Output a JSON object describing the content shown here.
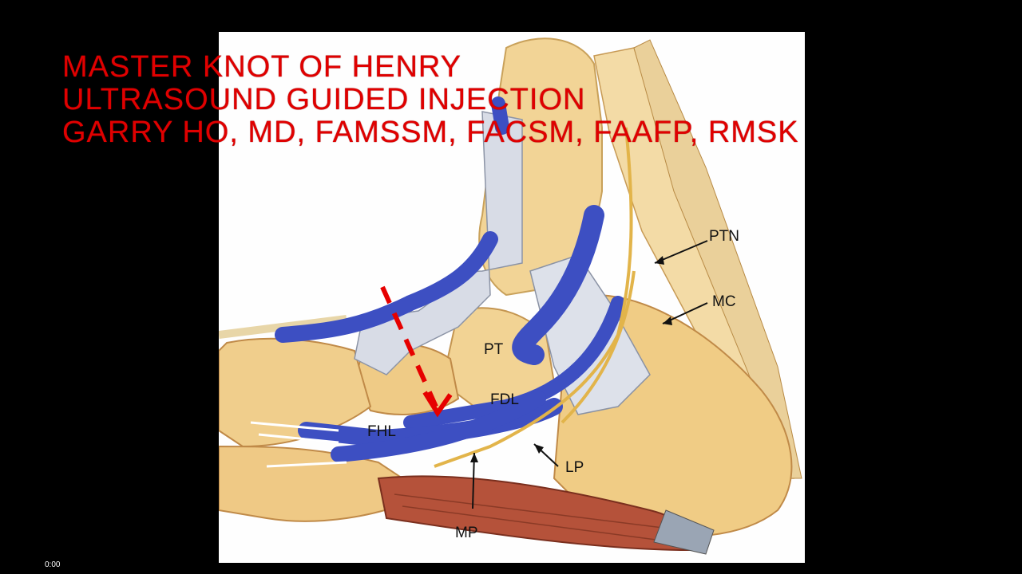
{
  "title": {
    "line1": "MASTER KNOT OF HENRY",
    "line2": "ULTRASOUND GUIDED INJECTION",
    "line3": "GARRY HO, MD, FAMSSM, FACSM, FAAFP, RMSK",
    "color": "#e00000"
  },
  "labels": {
    "ptn": "PTN",
    "mc": "MC",
    "pt": "PT",
    "fdl": "FDL",
    "fhl": "FHL",
    "lp": "LP",
    "mp": "MP"
  },
  "player": {
    "timecode": "0:00"
  },
  "colors": {
    "background": "#000000",
    "bone": "#f0cf8a",
    "tendon": "#3d4fc2",
    "retinaculum": "#d8dce6",
    "muscle": "#b5523a",
    "injection_arrow": "#e60000"
  }
}
